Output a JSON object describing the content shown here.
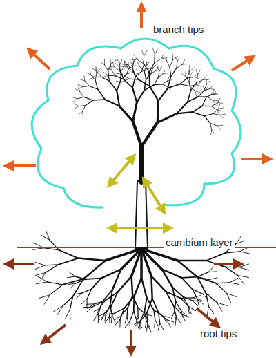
{
  "diagram": {
    "labels": [
      "branch tips",
      "cambium layer",
      "root tips"
    ]
  }
}
